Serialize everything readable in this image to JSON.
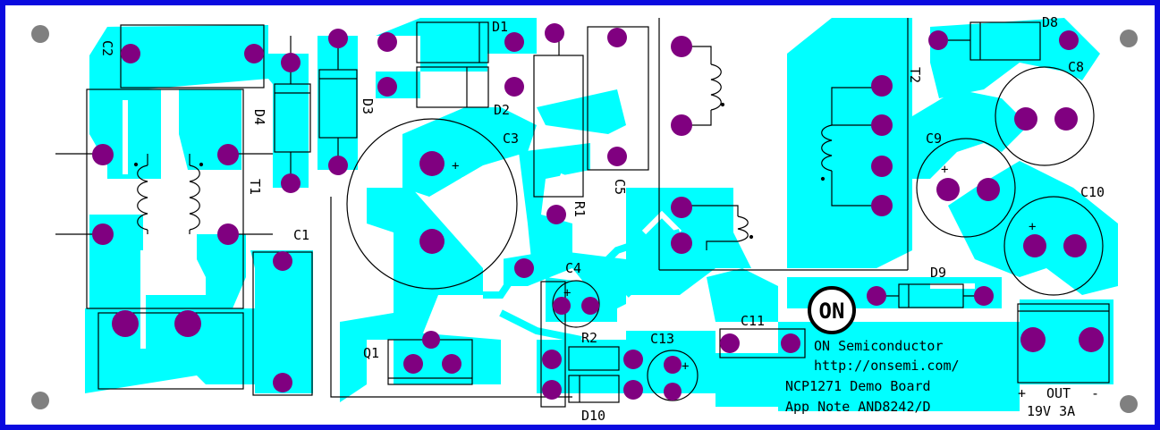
{
  "colors": {
    "frame": "#0a0adf",
    "board": "#ffffff",
    "copper": "#00ffff",
    "pad": "#800080",
    "silkscreen": "#000000",
    "mounting_hole": "#808080"
  },
  "components": {
    "C1": "C1",
    "C2": "C2",
    "C3": "C3",
    "C4": "C4",
    "C5": "C5",
    "C8": "C8",
    "C9": "C9",
    "C10": "C10",
    "C11": "C11",
    "C13": "C13",
    "D1": "D1",
    "D2": "D2",
    "D3": "D3",
    "D4": "D4",
    "D8": "D8",
    "D9": "D9",
    "D10": "D10",
    "Q1": "Q1",
    "R1": "R1",
    "R2": "R2",
    "T1": "T1",
    "T2": "T2"
  },
  "polarity_marks": [
    "+",
    "+",
    "+",
    "+",
    "+"
  ],
  "logo": "ON",
  "info": {
    "company": "ON Semiconductor",
    "url": "http://onsemi.com/",
    "board": "NCP1271 Demo Board",
    "appnote": "App Note AND8242/D"
  },
  "output": {
    "plus": "+",
    "out": "OUT",
    "minus": "-",
    "rating": "19V 3A"
  }
}
